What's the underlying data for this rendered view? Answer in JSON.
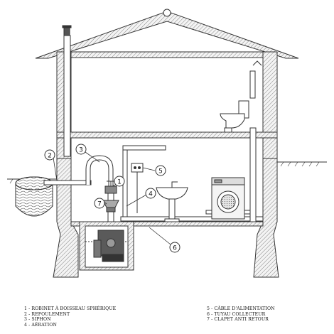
{
  "callouts": {
    "c1": "1",
    "c2": "2",
    "c3": "3",
    "c4": "4",
    "c5": "5",
    "c6": "6",
    "c7": "7"
  },
  "legend": {
    "left": [
      "1 - ROBINET À BOISSEAU SPHÉRIQUE",
      "2 - REFOULEMENT",
      "3 - SIPHON",
      "4 - AÉRATION"
    ],
    "right": [
      "5 - CÂBLE D'ALIMENTATION",
      "6 - TUYAU COLLECTEUR",
      "7 - CLAPET ANTI RETOUR"
    ]
  },
  "icons": [
    "house-section",
    "sewage-tank",
    "pump",
    "sink",
    "washing-machine",
    "toilet",
    "valve",
    "socket",
    "ventilation-chimney"
  ],
  "colors": {
    "line": "#333333",
    "hatch": "#7a7a7a",
    "fill_wall": "#e2e2e2",
    "background": "#ffffff"
  }
}
